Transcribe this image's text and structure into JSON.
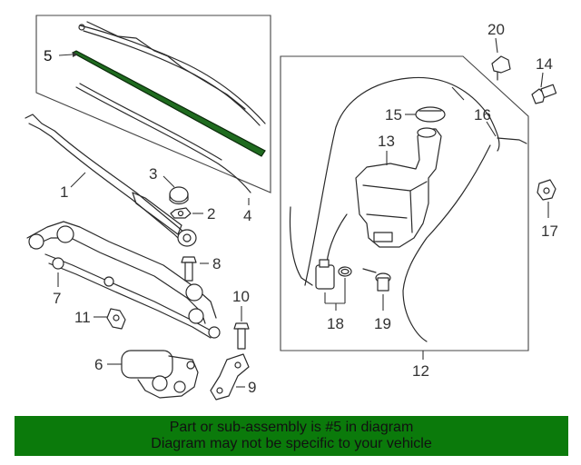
{
  "callouts": [
    {
      "id": "1",
      "label": "1"
    },
    {
      "id": "2",
      "label": "2"
    },
    {
      "id": "3",
      "label": "3"
    },
    {
      "id": "4",
      "label": "4"
    },
    {
      "id": "5",
      "label": "5"
    },
    {
      "id": "6",
      "label": "6"
    },
    {
      "id": "7",
      "label": "7"
    },
    {
      "id": "8",
      "label": "8"
    },
    {
      "id": "9",
      "label": "9"
    },
    {
      "id": "10",
      "label": "10"
    },
    {
      "id": "11",
      "label": "11"
    },
    {
      "id": "12",
      "label": "12"
    },
    {
      "id": "13",
      "label": "13"
    },
    {
      "id": "14",
      "label": "14"
    },
    {
      "id": "15",
      "label": "15"
    },
    {
      "id": "16",
      "label": "16"
    },
    {
      "id": "17",
      "label": "17"
    },
    {
      "id": "18",
      "label": "18"
    },
    {
      "id": "19",
      "label": "19"
    },
    {
      "id": "20",
      "label": "20"
    }
  ],
  "highlight_color": "#1f6b1f",
  "banner": {
    "line1": "Part or sub-assembly is #5 in diagram",
    "line2": "Diagram may not be specific to your vehicle",
    "color": "#0b7a0b"
  }
}
